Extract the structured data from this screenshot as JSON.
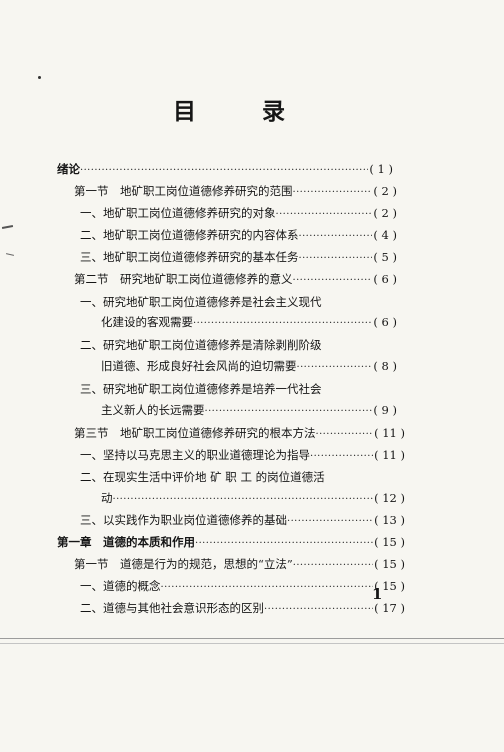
{
  "title": {
    "char1": "目",
    "char2": "录"
  },
  "entries": [
    {
      "label": "绪论",
      "page": "( 1 )",
      "leader": true
    },
    {
      "label": "第一节　地矿职工岗位道德修养研究的范围",
      "page": "( 2 )",
      "leader": true
    },
    {
      "label": "一、地矿职工岗位道德修养研究的对象",
      "page": "( 2 )",
      "leader": true
    },
    {
      "label": "二、地矿职工岗位道德修养研究的内容体系",
      "page": "( 4 )",
      "leader": true
    },
    {
      "label": "三、地矿职工岗位道德修养研究的基本任务",
      "page": "( 5 )",
      "leader": true
    },
    {
      "label": "第二节　研究地矿职工岗位道德修养的意义",
      "page": "( 6 )",
      "leader": true
    },
    {
      "label": "一、研究地矿职工岗位道德修养是社会主义现代",
      "page": "",
      "leader": false
    },
    {
      "label": "化建设的客观需要",
      "page": "( 6 )",
      "leader": true
    },
    {
      "label": "二、研究地矿职工岗位道德修养是清除剥削阶级",
      "page": "",
      "leader": false
    },
    {
      "label": "旧道德、形成良好社会风尚的迫切需要",
      "page": "( 8 )",
      "leader": true
    },
    {
      "label": "三、研究地矿职工岗位道德修养是培养一代社会",
      "page": "",
      "leader": false
    },
    {
      "label": "主义新人的长远需要",
      "page": "( 9 )",
      "leader": true
    },
    {
      "label": "第三节　地矿职工岗位道德修养研究的根本方法",
      "page": "( 11 )",
      "leader": true
    },
    {
      "label": "一、坚持以马克思主义的职业道德理论为指导",
      "page": "( 11 )",
      "leader": true
    },
    {
      "label": "二、在现实生活中评价地 矿 职 工 的岗位道德活",
      "page": "",
      "leader": false
    },
    {
      "label": "动",
      "page": "( 12 )",
      "leader": true
    },
    {
      "label": "三、以实践作为职业岗位道德修养的基础",
      "page": "( 13 )",
      "leader": true
    },
    {
      "label": "第一章　道德的本质和作用",
      "page": "( 15 )",
      "leader": true
    },
    {
      "label": "第一节　道德是行为的规范，思想的“立法”",
      "page": "( 15 )",
      "leader": true
    },
    {
      "label": "一、道德的概念",
      "page": "( 15 )",
      "leader": true
    },
    {
      "label": "二、道德与其他社会意识形态的区别",
      "page": "( 17 )",
      "leader": true
    }
  ],
  "page_number": "1"
}
